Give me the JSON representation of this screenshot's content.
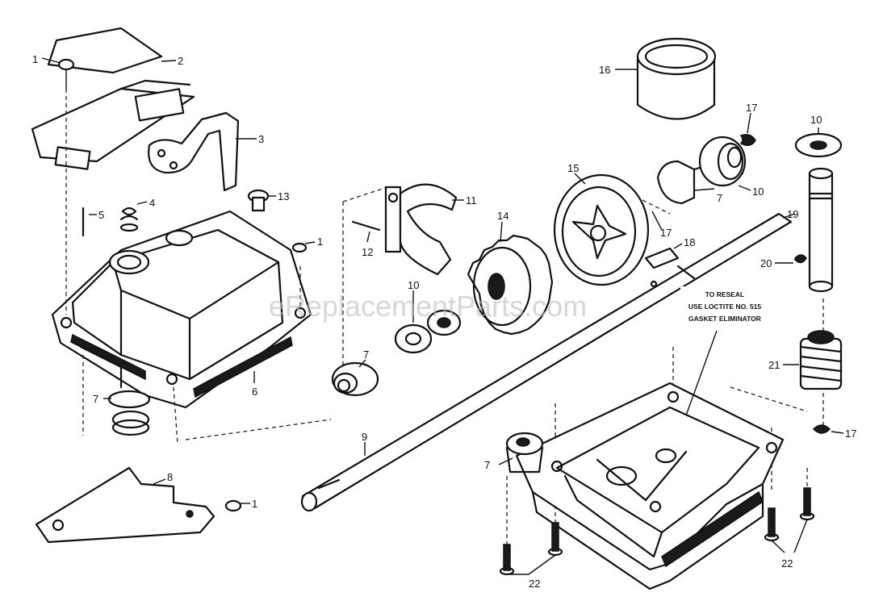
{
  "watermark": "eReplacementParts.com",
  "note": {
    "line1": "TO RESEAL",
    "line2": "USE LOCTITE NO. 515",
    "line3": "GASKET ELIMINATOR"
  },
  "callouts": {
    "c1a": "1",
    "c1b": "1",
    "c1c": "1",
    "c2": "2",
    "c3": "3",
    "c4": "4",
    "c5": "5",
    "c6": "6",
    "c7a": "7",
    "c7b": "7",
    "c7c": "7",
    "c7d": "7",
    "c8": "8",
    "c9": "9",
    "c10a": "10",
    "c10b": "10",
    "c10c": "10",
    "c11": "11",
    "c12": "12",
    "c13": "13",
    "c14": "14",
    "c15": "15",
    "c16": "16",
    "c17a": "17",
    "c17b": "17",
    "c17c": "17",
    "c18": "18",
    "c19": "19",
    "c20": "20",
    "c21": "21",
    "c22a": "22",
    "c22b": "22"
  }
}
